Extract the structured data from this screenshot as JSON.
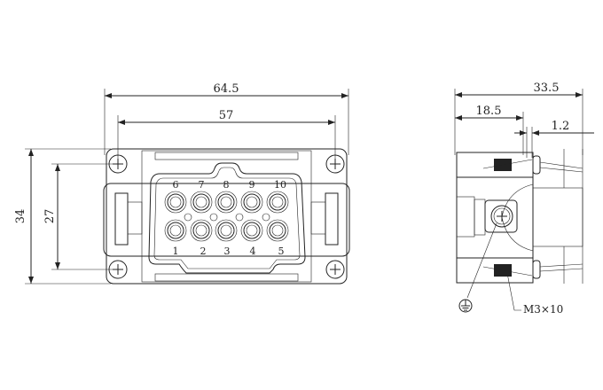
{
  "front_view": {
    "dimensions": {
      "overall_width": "64.5",
      "mounting_width": "57",
      "overall_height": "34",
      "mounting_height": "27"
    },
    "contact_labels_top": [
      "6",
      "7",
      "8",
      "9",
      "10"
    ],
    "contact_labels_bottom": [
      "1",
      "2",
      "3",
      "4",
      "5"
    ]
  },
  "side_view": {
    "dimensions": {
      "overall_depth": "33.5",
      "body_depth": "18.5",
      "offset": "1.2"
    },
    "screw_callout": "M3×10",
    "ground_symbol": "protective-earth-icon"
  }
}
